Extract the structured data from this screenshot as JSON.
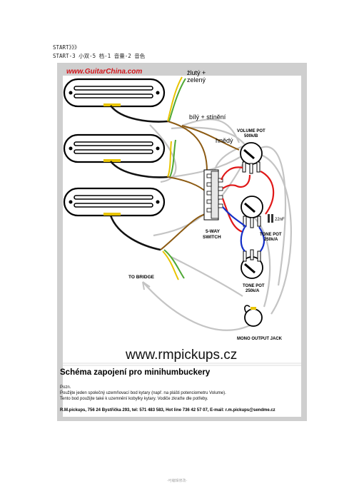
{
  "document": {
    "line1": "START》》》",
    "line2": "START-3 小双-5 档-1 音量-2 音色",
    "page_footer": "-可编辑修改-"
  },
  "diagram": {
    "brand": "www.GuitarChina.com",
    "labels": {
      "yellow_green": [
        "žlutý +",
        "zelený"
      ],
      "white_shield": "bílý + stínění",
      "brown": "hnědý",
      "volume_pot": [
        "VOLUME POT",
        "500k/B"
      ],
      "switch": [
        "5-WAY",
        "SWITCH"
      ],
      "capacitor": "22nF",
      "tone_pot_1": [
        "TONE POT",
        "250k/A"
      ],
      "tone_pot_2": [
        "TONE POT",
        "250k/A"
      ],
      "to_bridge": "TO BRIDGE",
      "jack": "MONO OUTPUT JACK"
    },
    "website": "www.rmpickups.cz",
    "title": "Schéma zapojení pro minihumbuckery",
    "notes": [
      "Pozn.",
      "Použijte jeden společný uzemňovací bod kytary (např. na plášti potenciometru Volume).",
      "Tento bod použijte také k uzemnění kobylky kytary. Vodiče zkraťte dle potřeby."
    ],
    "contact": "R.M.pickups, 756 24 Bystřička 293, tel: 571 483 583, Hot line 736 42 57 07, E-mail: r.m.pickups@sendme.cz"
  },
  "colors": {
    "brand_red": "#d2141a",
    "wire_red": "#e01818",
    "wire_blue": "#1530c8",
    "wire_black": "#111111",
    "wire_yellow": "#e8c400",
    "wire_green": "#4fa835",
    "wire_brown": "#8c5a12",
    "wire_grey": "#c4c4c4",
    "frame_grey": "#cfcfcf"
  }
}
